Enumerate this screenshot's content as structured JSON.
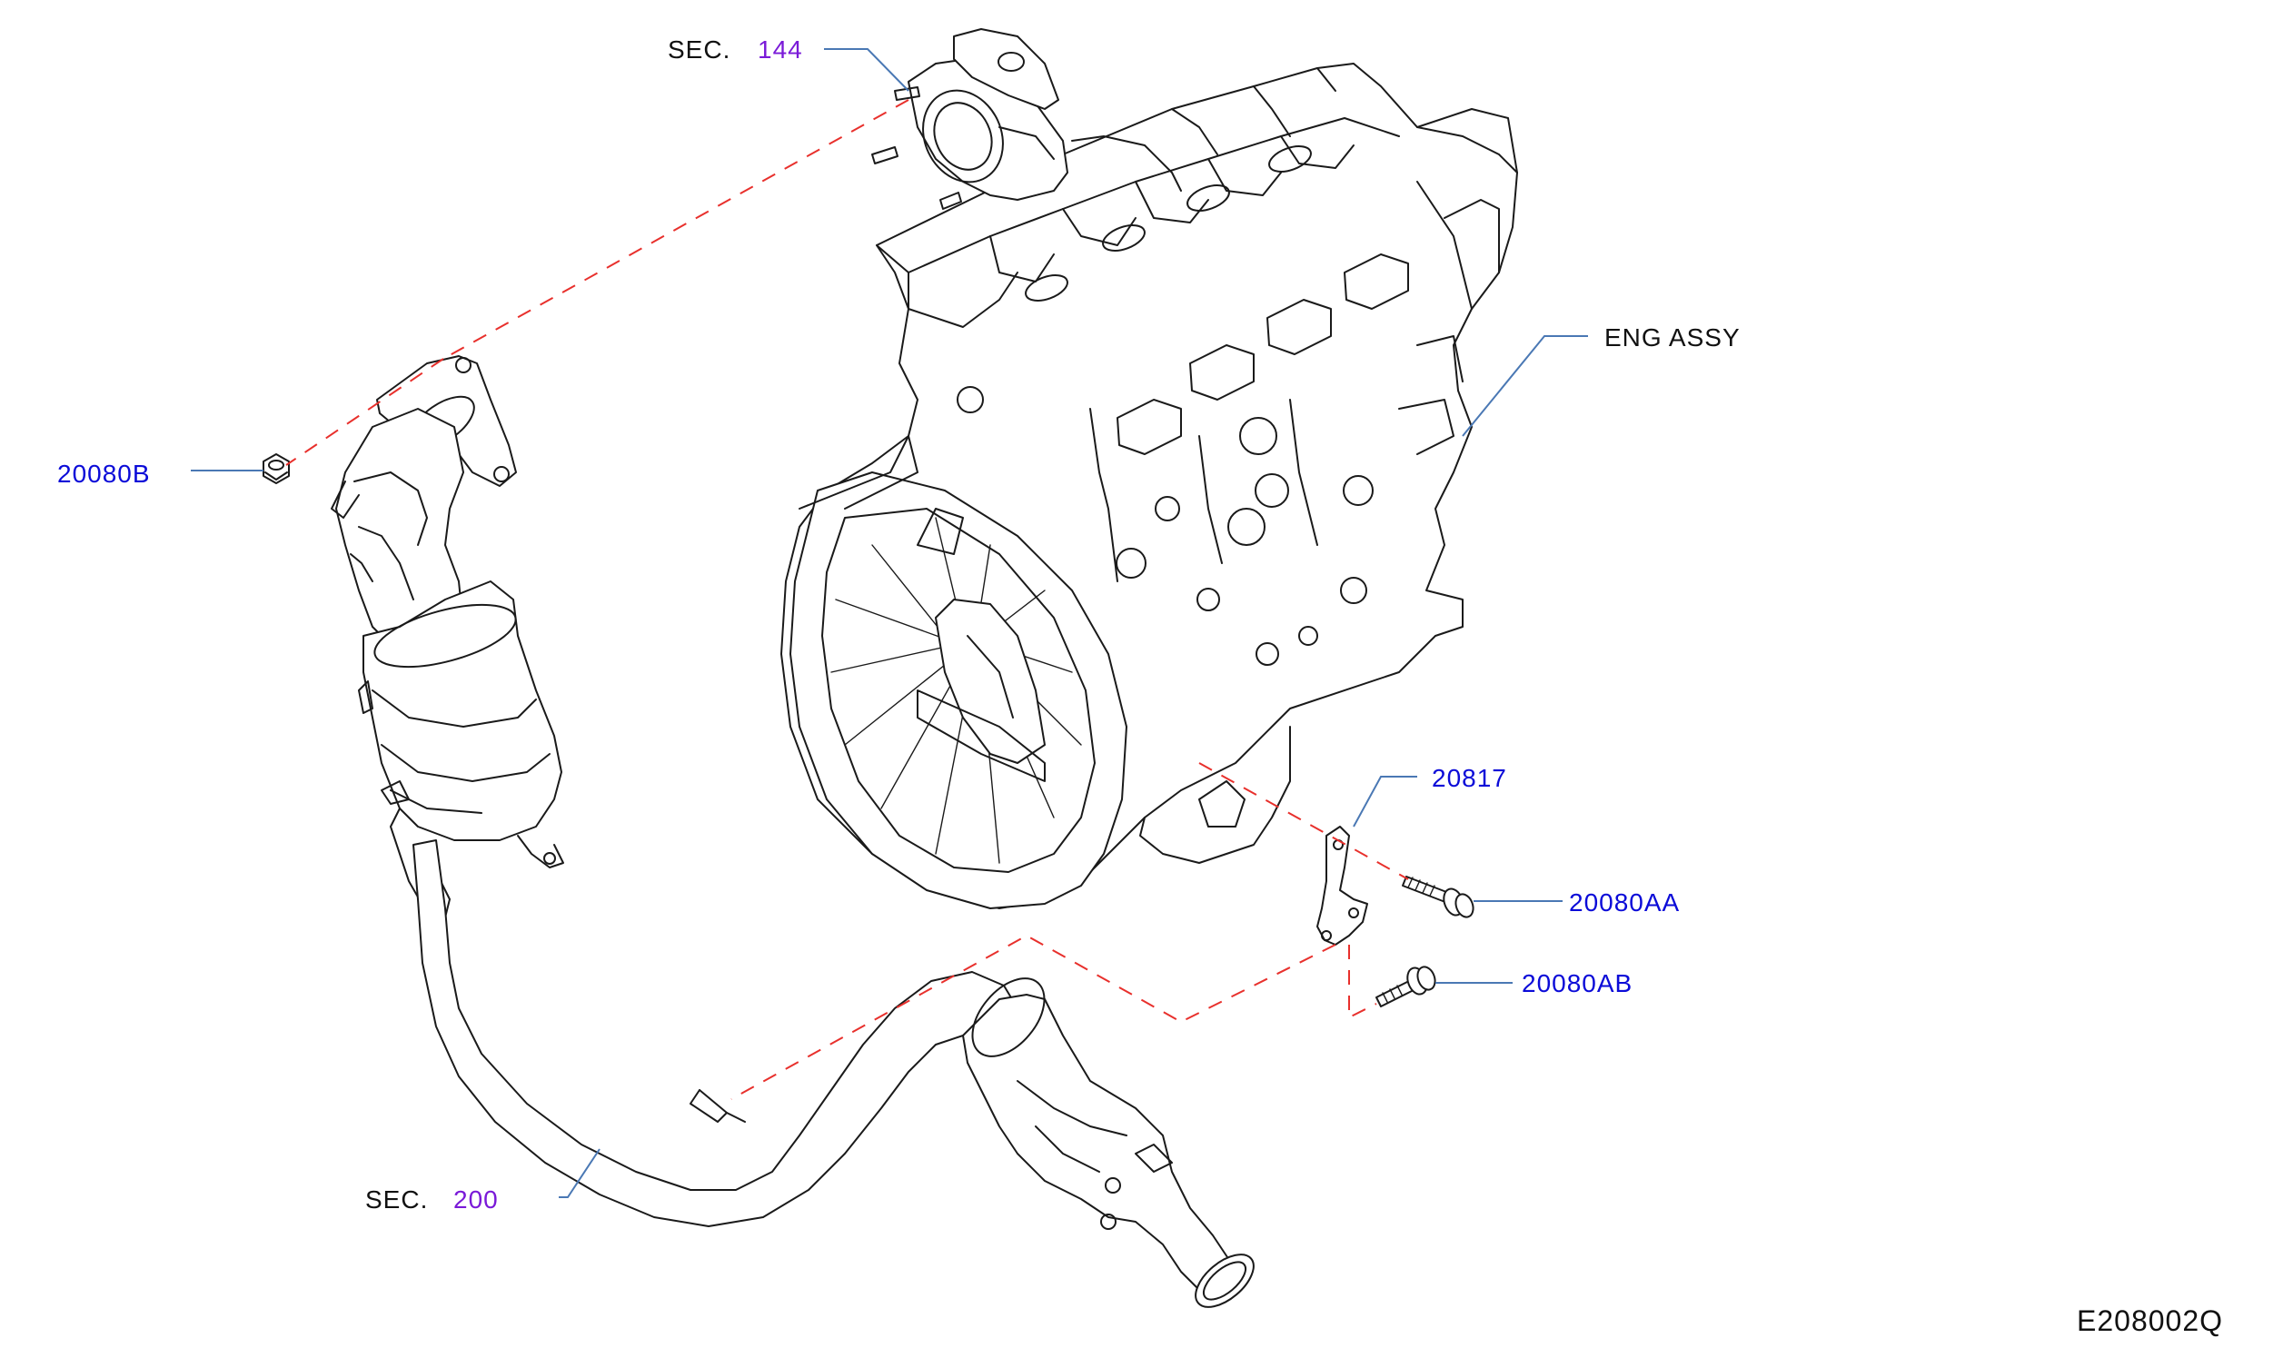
{
  "colors": {
    "part_number": "#0b0bd8",
    "section_number": "#7a1ad8",
    "leader_line": "#4a78b4",
    "dashed_line": "#e8302c",
    "outline": "#1a1a1a"
  },
  "labels": {
    "sec_144_prefix": "SEC.",
    "sec_144_number": "144",
    "eng_assy": "ENG   ASSY",
    "part_20080b": "20080B",
    "part_20817": "20817",
    "part_20080aa": "20080AA",
    "part_20080ab": "20080AB",
    "sec_200_prefix": "SEC.",
    "sec_200_number": "200",
    "figure_code": "E208002Q"
  }
}
